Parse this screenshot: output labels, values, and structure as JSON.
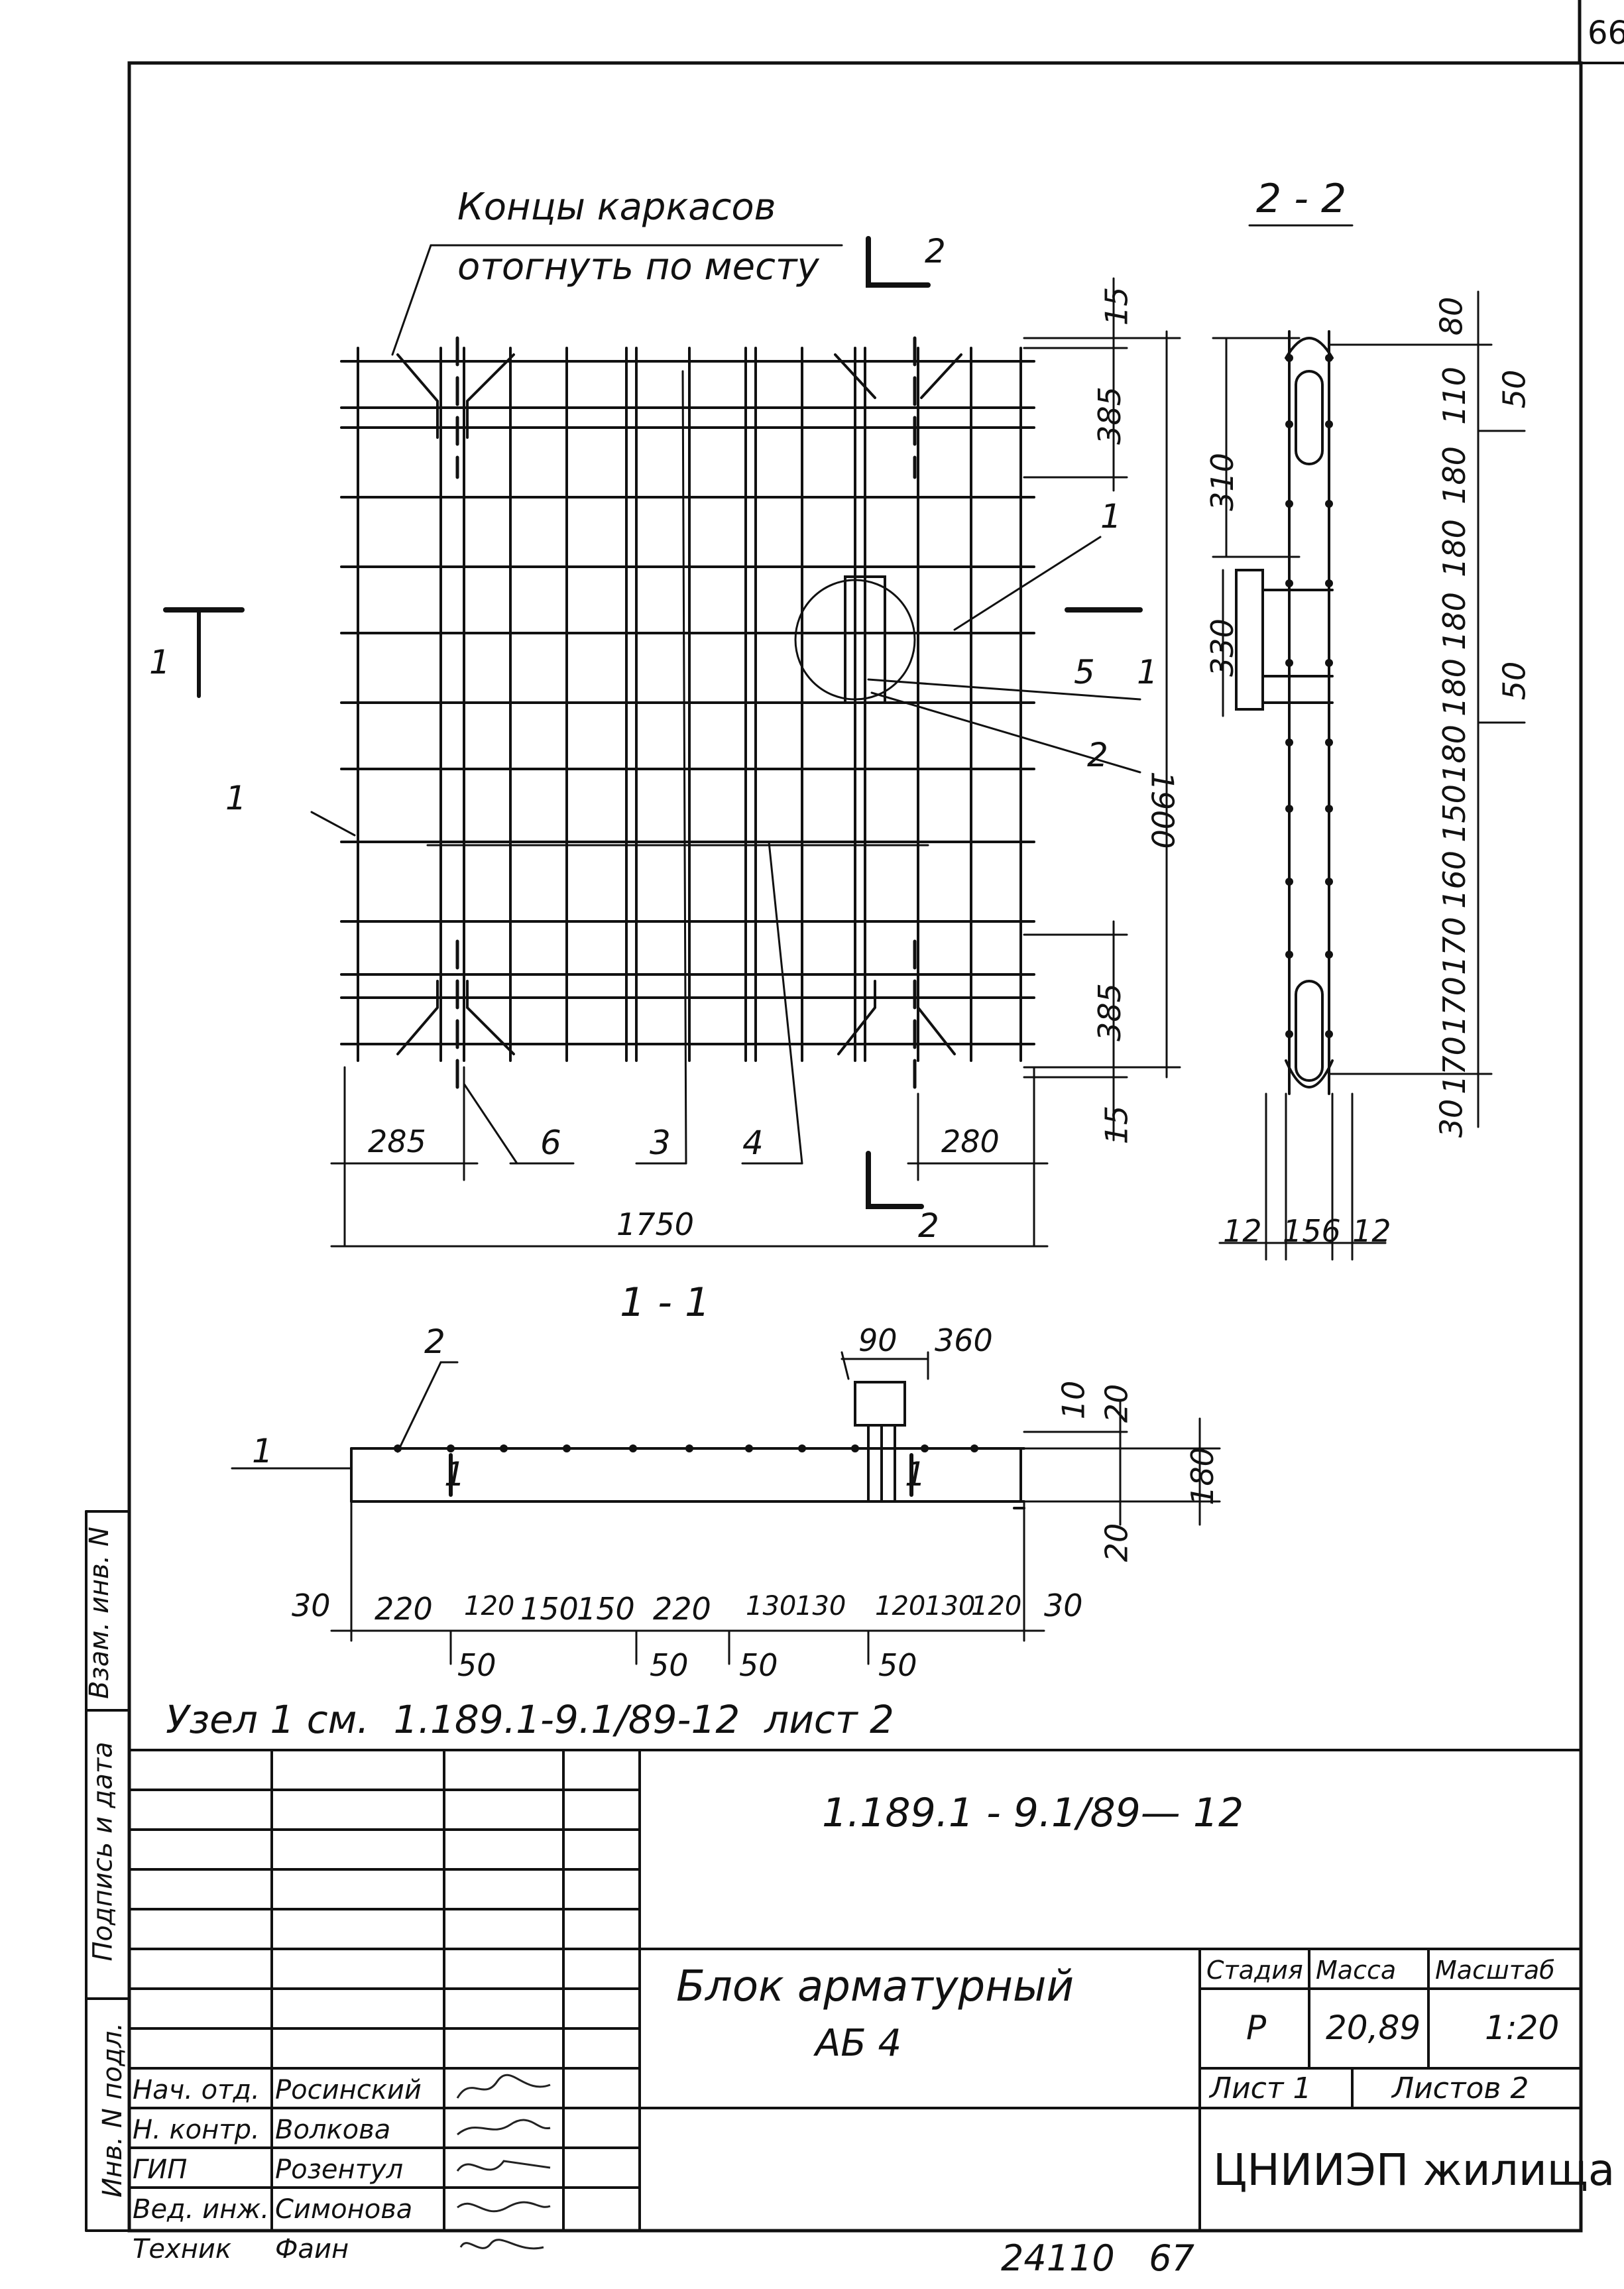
{
  "page_number": "66",
  "note_top": [
    "Концы каркасов",
    "отогнуть по месту"
  ],
  "section_2_label": "2 - 2",
  "section_1_label": "1 - 1",
  "cut_marks": {
    "top": "2",
    "bottom": "2",
    "left": "1",
    "right": "1"
  },
  "plan": {
    "callouts": [
      "1",
      "2",
      "5",
      "1",
      "6",
      "3",
      "4"
    ],
    "dims_right": [
      "15",
      "385",
      "1900",
      "385",
      "15"
    ],
    "dims_bottom": [
      "285",
      "280",
      "1750"
    ]
  },
  "section_22": {
    "dims_left": [
      "310",
      "330"
    ],
    "dims_right": [
      "80",
      "110",
      "180",
      "180",
      "180",
      "180",
      "180",
      "150",
      "160",
      "170",
      "170",
      "170",
      "30"
    ],
    "dims_right_outer": [
      "50",
      "50"
    ],
    "dims_bottom": [
      "12",
      "156",
      "12"
    ]
  },
  "section_11": {
    "callouts": [
      "2",
      "1",
      "1",
      "1"
    ],
    "dims_top": [
      "90",
      "360"
    ],
    "dims_right": [
      "10",
      "20",
      "180",
      "20"
    ],
    "dims_bottom": [
      "30",
      "220",
      "120",
      "150",
      "150",
      "220",
      "130",
      "130",
      "120",
      "130",
      "120",
      "30"
    ],
    "dims_bottom_sub": [
      "50",
      "50",
      "50",
      "50"
    ]
  },
  "note_node": "Узел 1 см.  1.189.1-9.1/89-12  лист 2",
  "side_stamp": [
    "Инв. N подл.",
    "Подпись и дата",
    "Взам. инв. N"
  ],
  "title_block": {
    "doc_code": "1.189.1 - 9.1/89— 12",
    "title_line1": "Блок арматурный",
    "title_line2": "АБ 4",
    "head_stage": "Стадия",
    "head_mass": "Масса",
    "head_scale": "Масштаб",
    "stage": "Р",
    "mass": "20,89",
    "scale": "1:20",
    "sheet": "Лист 1",
    "sheets": "Листов 2",
    "org": "ЦНИИЭП жилища",
    "roles": [
      "Нач. отд.",
      "Н. контр.",
      "ГИП",
      "Вед. инж.",
      "Техник"
    ],
    "names": [
      "Росинский",
      "Волкова",
      "Розентул",
      "Симонова",
      "Фаин"
    ]
  },
  "footer": "24110   67"
}
